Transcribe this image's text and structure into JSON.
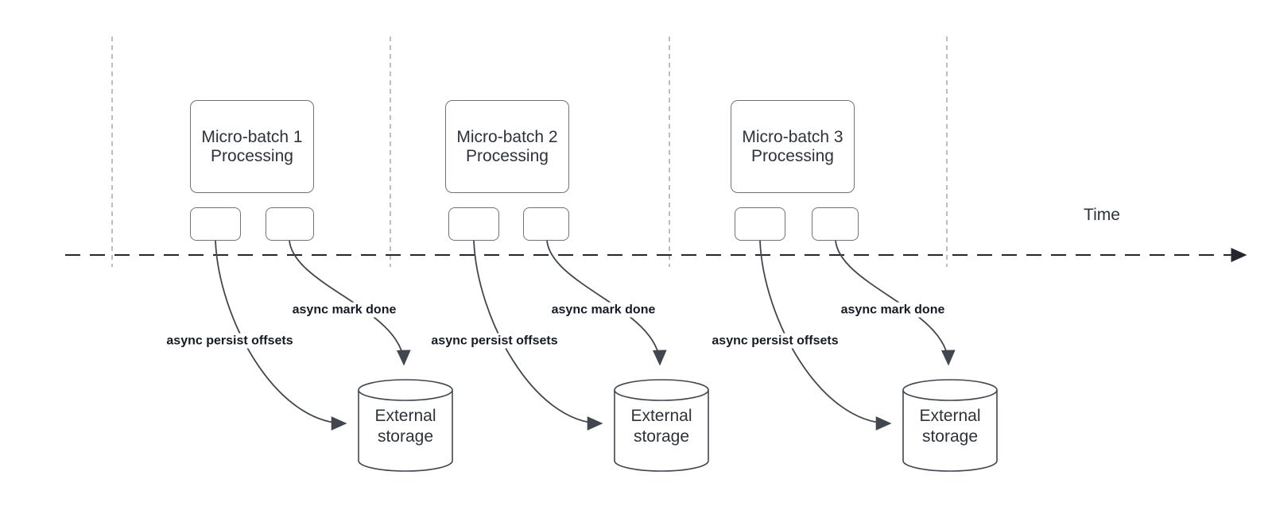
{
  "timeline": {
    "label": "Time"
  },
  "batches": [
    {
      "title_line1": "Micro-batch 1",
      "title_line2": "Processing",
      "persist_label": "async persist offsets",
      "done_label": "async mark done",
      "storage_label": "External\nstorage"
    },
    {
      "title_line1": "Micro-batch 2",
      "title_line2": "Processing",
      "persist_label": "async persist offsets",
      "done_label": "async mark done",
      "storage_label": "External\nstorage"
    },
    {
      "title_line1": "Micro-batch 3",
      "title_line2": "Processing",
      "persist_label": "async persist offsets",
      "done_label": "async mark done",
      "storage_label": "External\nstorage"
    }
  ],
  "colors": {
    "background": "#ffffff",
    "shape_stroke": "#70747a",
    "connector": "#41464f",
    "timeline_stroke": "#24272e",
    "guide_stroke": "#a8a8a8",
    "text": "#2e333b",
    "label_text": "#161b24"
  }
}
